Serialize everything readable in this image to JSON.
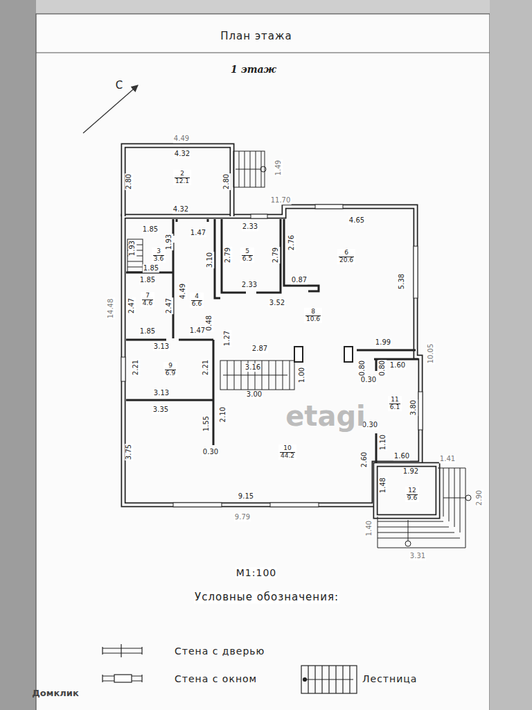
{
  "diagram": {
    "title": "План этажа",
    "nodes": [
      {
        "text": [
          "2",
          "12.1"
        ]
      },
      {
        "text": [
          "3",
          "3.6"
        ]
      },
      {
        "text": [
          "4",
          "6.6"
        ]
      },
      {
        "text": [
          "5",
          "6.5"
        ]
      },
      {
        "text": [
          "6",
          "20.6"
        ]
      },
      {
        "text": [
          "7",
          "4.6"
        ]
      },
      {
        "text": [
          "8",
          "10.6"
        ]
      },
      {
        "text": [
          "9",
          "6.9"
        ]
      },
      {
        "text": [
          "10",
          "44.2"
        ]
      },
      {
        "text": [
          "11",
          "6.1"
        ]
      },
      {
        "text": [
          "12",
          "9.6"
        ]
      }
    ],
    "labels": [
      "1 этаж",
      "С",
      "4.49",
      "4.32",
      "2.80",
      "2.80",
      "1.49",
      "4.32",
      "11.70",
      "1.85",
      "1.47",
      "2.33",
      "4.65",
      "1.93",
      "1.93",
      "1.85",
      "2.79",
      "2.79",
      "2.76",
      "3.10",
      "2.33",
      "0.87",
      "3.52",
      "5.38",
      "1.85",
      "2.47",
      "2.47",
      "4.49",
      "14.48",
      "1.85",
      "1.47",
      "0.48",
      "10.05",
      "3.13",
      "1.27",
      "2.87",
      "1.99",
      "0.80",
      "0.80",
      "1.60",
      "0.30",
      "2.21",
      "2.21",
      "3.16",
      "1.00",
      "3.13",
      "3.00",
      "3.80",
      "3.35",
      "1.55",
      "2.10",
      "0.30",
      "0.30",
      "1.10",
      "1.60",
      "1.41",
      "1.92",
      "3.75",
      "2.60",
      "1.48",
      "2.90",
      "9.15",
      "9.79",
      "1.40",
      "3.31",
      "М1:100",
      "Условные обозначения:",
      "etagi",
      "Домклик"
    ],
    "legend": [
      {
        "text": "Стена с дверью"
      },
      {
        "text": "Стена с окном"
      },
      {
        "text": "Лестница"
      }
    ]
  }
}
